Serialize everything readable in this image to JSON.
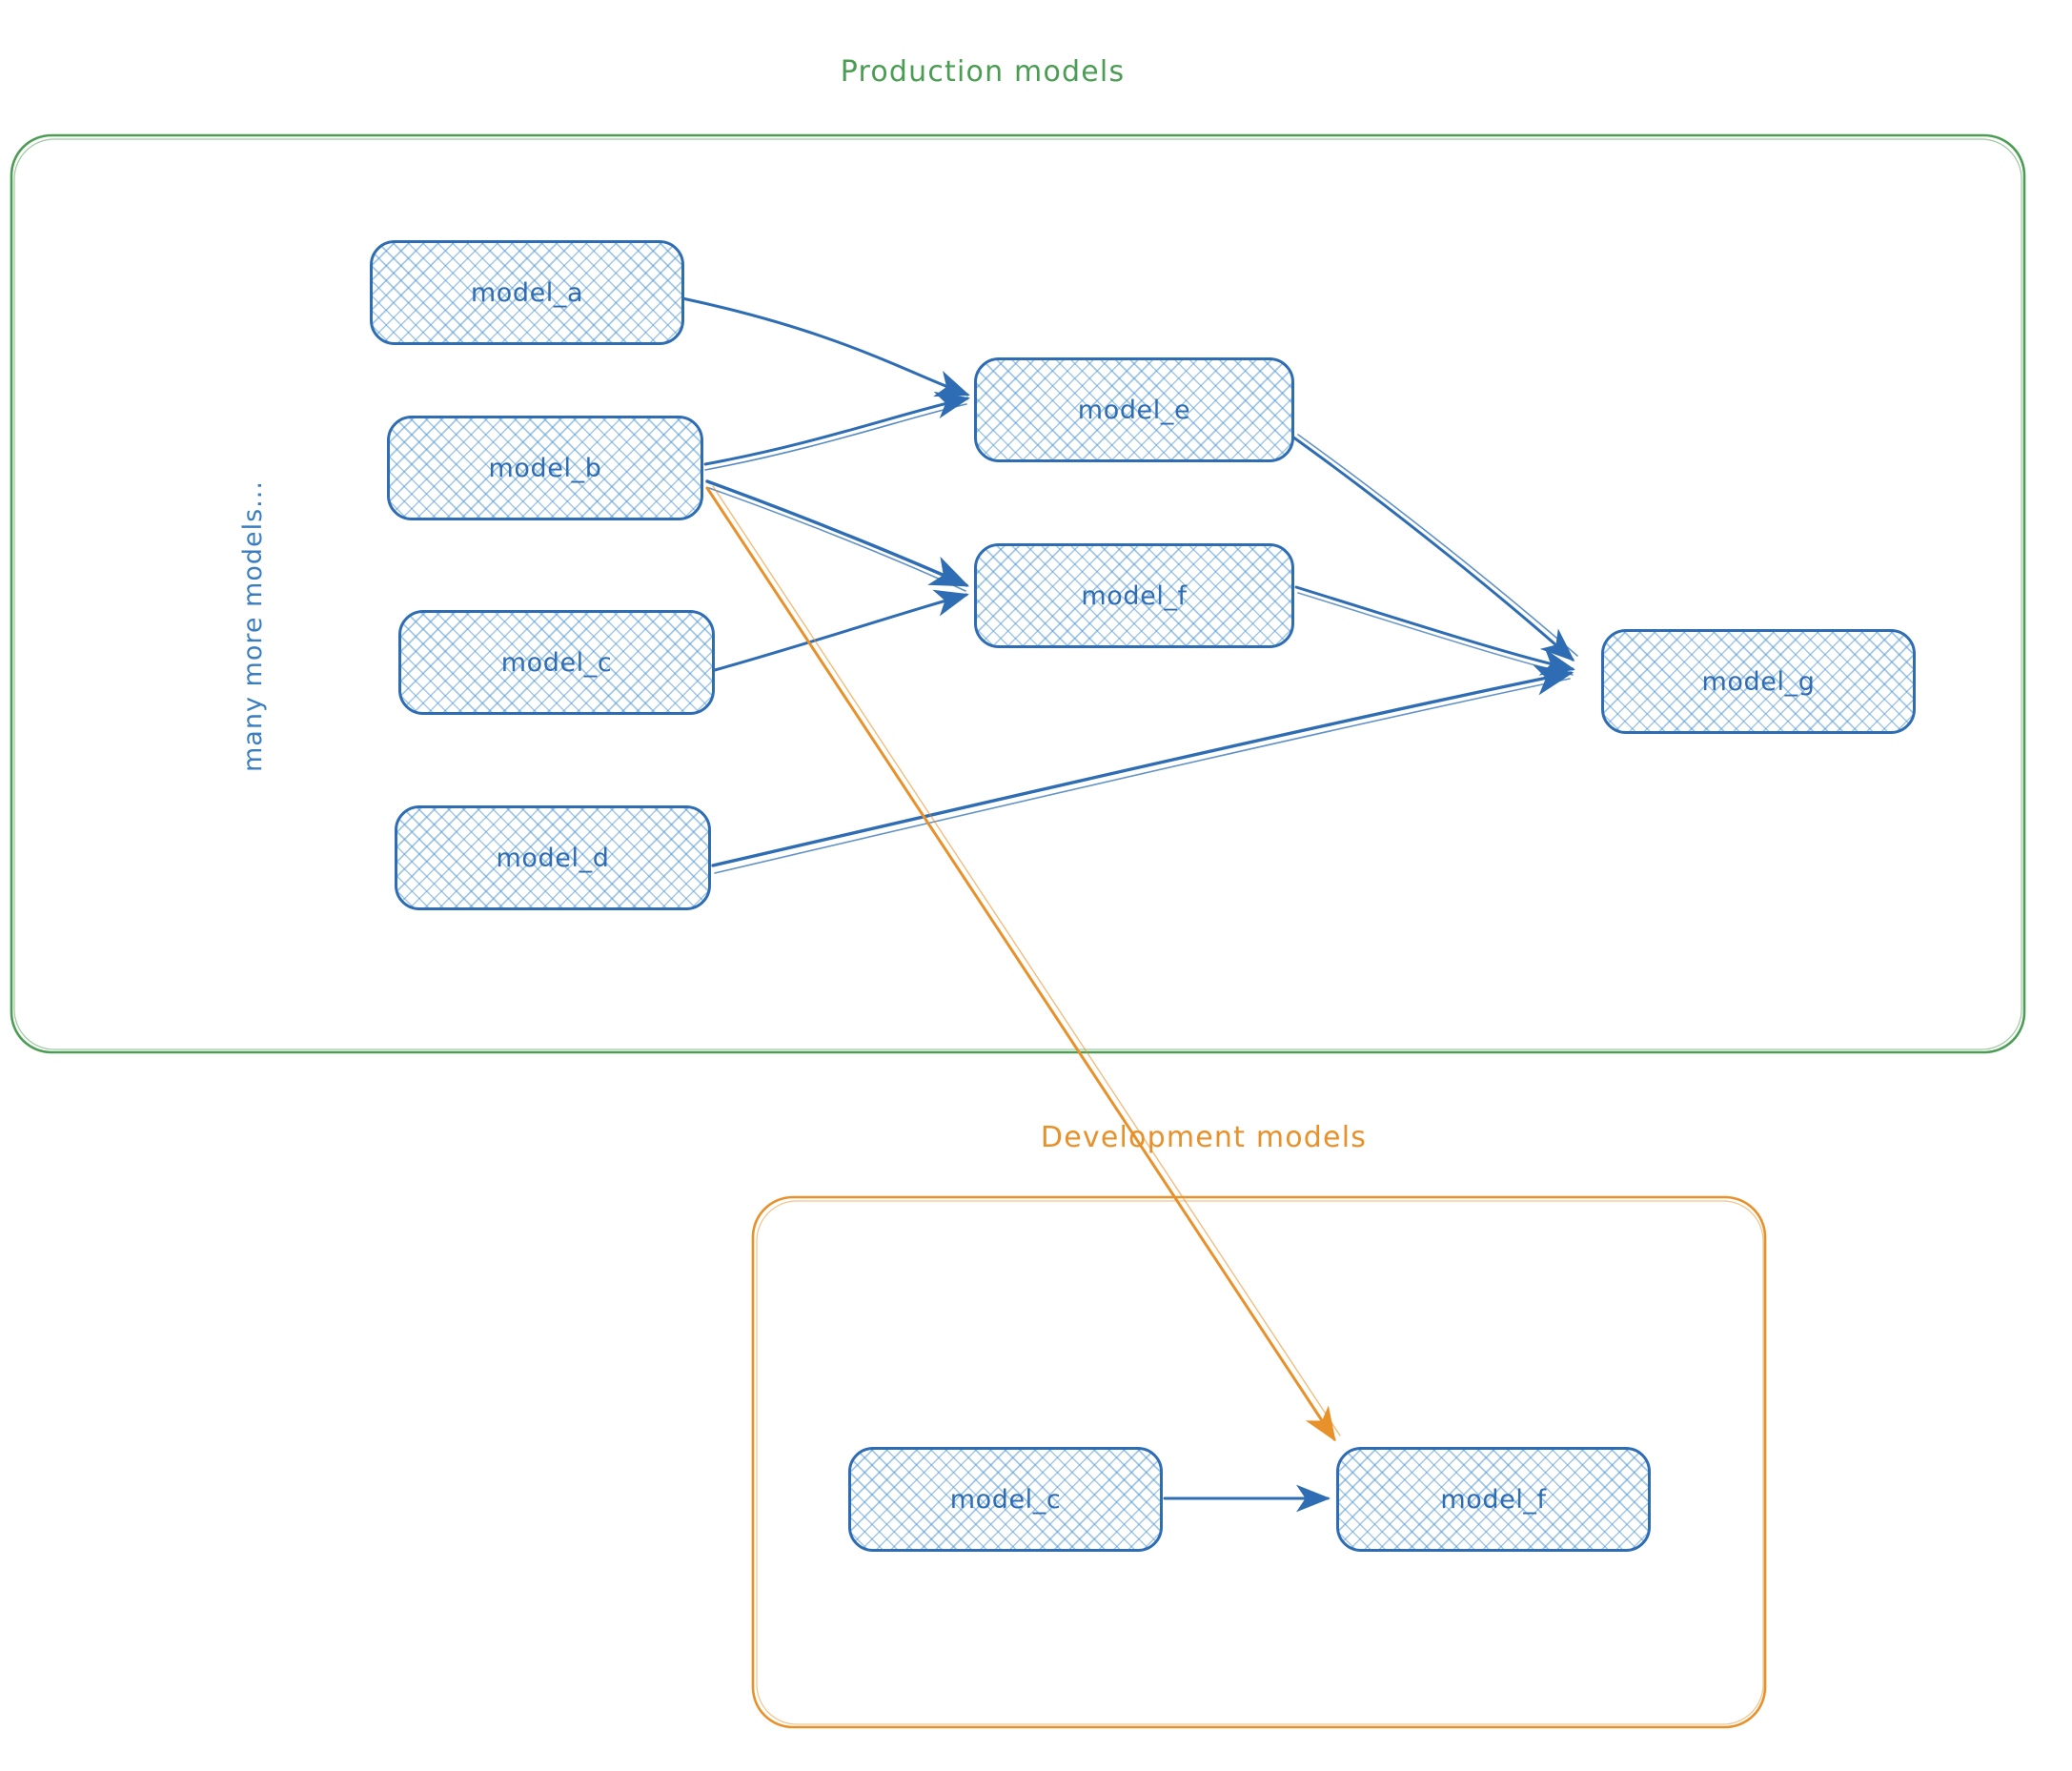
{
  "diagram": {
    "title_prod": "Production models",
    "title_dev": "Development models",
    "side_note": "many more models...",
    "colors": {
      "production_border": "#4A9D52",
      "development_border": "#E8912A",
      "node_border": "#2E6DB4",
      "node_fill": "#D6E8F7",
      "edge_blue": "#2E6DB4",
      "edge_orange": "#E8912A",
      "background": "#FFFFFF"
    }
  },
  "production": {
    "title": "Production models",
    "nodes": [
      {
        "id": "model_a",
        "label": "model_a"
      },
      {
        "id": "model_b",
        "label": "model_b"
      },
      {
        "id": "model_c",
        "label": "model_c"
      },
      {
        "id": "model_d",
        "label": "model_d"
      },
      {
        "id": "model_e",
        "label": "model_e"
      },
      {
        "id": "model_f",
        "label": "model_f"
      },
      {
        "id": "model_g",
        "label": "model_g"
      }
    ],
    "edges": [
      {
        "from": "model_a",
        "to": "model_e",
        "color": "#2E6DB4"
      },
      {
        "from": "model_b",
        "to": "model_e",
        "color": "#2E6DB4"
      },
      {
        "from": "model_b",
        "to": "model_f",
        "color": "#2E6DB4"
      },
      {
        "from": "model_c",
        "to": "model_f",
        "color": "#2E6DB4"
      },
      {
        "from": "model_d",
        "to": "model_g",
        "color": "#2E6DB4"
      },
      {
        "from": "model_e",
        "to": "model_g",
        "color": "#2E6DB4"
      },
      {
        "from": "model_f",
        "to": "model_g",
        "color": "#2E6DB4"
      }
    ],
    "note": "many more models..."
  },
  "development": {
    "title": "Development models",
    "nodes": [
      {
        "id": "dev_model_c",
        "label": "model_c"
      },
      {
        "id": "dev_model_f",
        "label": "model_f"
      }
    ],
    "edges": [
      {
        "from": "dev_model_c",
        "to": "dev_model_f",
        "color": "#2E6DB4"
      }
    ]
  },
  "cross_edges": [
    {
      "from": "model_b",
      "to": "dev_model_f",
      "color": "#E8912A"
    }
  ]
}
